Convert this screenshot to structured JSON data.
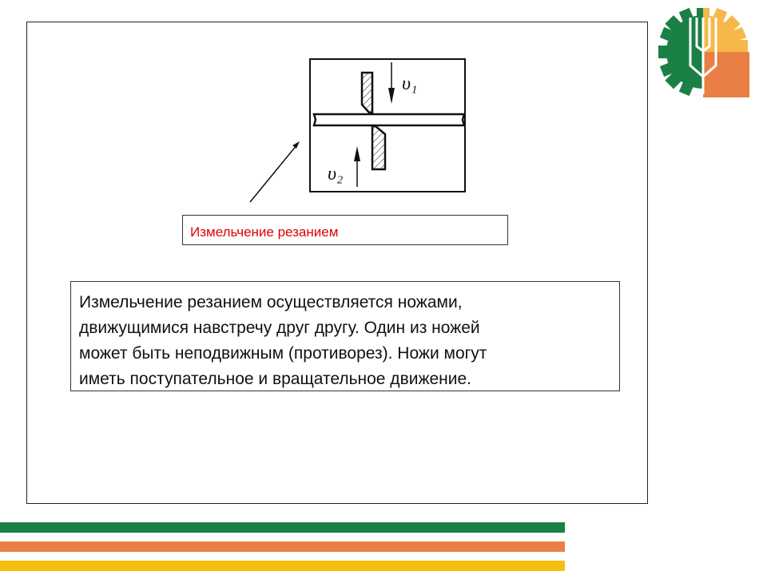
{
  "diagram": {
    "v1_label": "υ₁",
    "v2_label": "υ₂"
  },
  "caption": "Измельчение резанием",
  "description": {
    "lines": [
      "Измельчение резанием осуществляется ножами,",
      "движущимися навстречу друг другу. Один из ножей",
      "может быть неподвижным (противорез). Ножи могут",
      "иметь поступательное и вращательное движение."
    ]
  },
  "colors": {
    "green": "#1b8046",
    "orange": "#ea7f45",
    "yellow": "#f6c00f",
    "caption": "#e00000"
  }
}
